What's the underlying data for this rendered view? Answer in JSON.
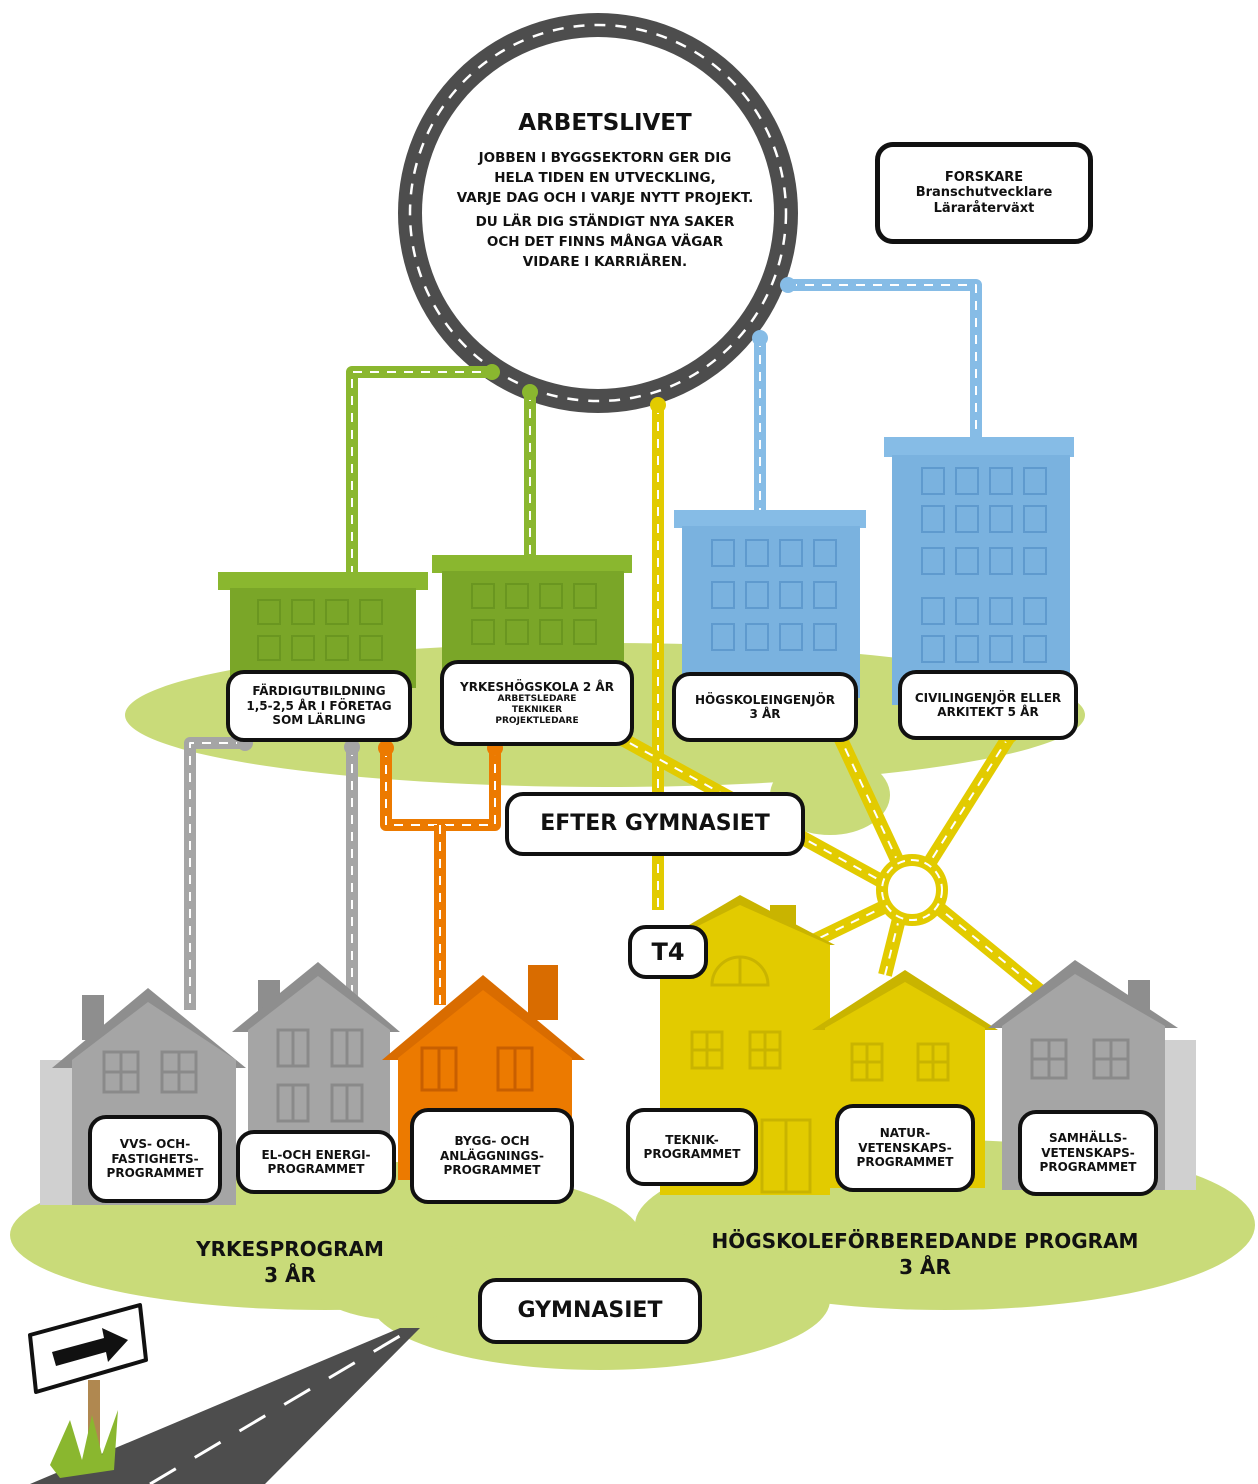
{
  "arbetslivet": {
    "title": "ARBETSLIVET",
    "para1": [
      "JOBBEN I BYGGSEKTORN GER DIG",
      "HELA TIDEN EN UTVECKLING,",
      "VARJE DAG OCH I VARJE NYTT PROJEKT."
    ],
    "para2": [
      "DU LÄR DIG STÄNDIGT NYA SAKER",
      "OCH DET FINNS MÅNGA VÄGAR",
      "VIDARE I KARRIÄREN."
    ]
  },
  "forskare_box": [
    "FORSKARE",
    "Branschutvecklare",
    "Läraråterväxt"
  ],
  "after_school": {
    "fardigutbildning": [
      "FÄRDIGUTBILDNING",
      "1,5-2,5 ÅR I FÖRETAG",
      "SOM LÄRLING"
    ],
    "yrkeshogskola": {
      "title": "YRKESHÖGSKOLA 2 ÅR",
      "roles": [
        "ARBETSLEDARE",
        "TEKNIKER",
        "PROJEKTLEDARE"
      ]
    },
    "hogskoleingenjor": [
      "HÖGSKOLEINGENJÖR",
      "3 ÅR"
    ],
    "civilingenjor": [
      "CIVILINGENJÖR ELLER",
      "ARKITEKT 5 ÅR"
    ]
  },
  "efter_gymnasiet": "EFTER GYMNASIET",
  "t4": "T4",
  "programs": {
    "vvs": [
      "VVS- OCH-",
      "FASTIGHETS-",
      "PROGRAMMET"
    ],
    "el": [
      "EL-OCH ENERGI-",
      "PROGRAMMET"
    ],
    "bygg": [
      "BYGG- OCH",
      "ANLÄGGNINGS-",
      "PROGRAMMET"
    ],
    "teknik": [
      "TEKNIK-",
      "PROGRAMMET"
    ],
    "natur": [
      "NATUR-",
      "VETENSKAPS-",
      "PROGRAMMET"
    ],
    "samhall": [
      "SAMHÄLLS-",
      "VETENSKAPS-",
      "PROGRAMMET"
    ]
  },
  "yrkesprogram": [
    "YRKESPROGRAM",
    "3 ÅR"
  ],
  "hogskoleforberedande": [
    "HÖGSKOLEFÖRBEREDANDE PROGRAM",
    "3 ÅR"
  ],
  "gymnasiet": "GYMNASIET",
  "colors": {
    "green": "#8ab72f",
    "blue": "#86bce6",
    "yellow": "#e2cb00",
    "orange": "#ec7a00",
    "gray": "#a5a5a5",
    "road": "#4d4d4d",
    "hill": "#c9db79"
  }
}
